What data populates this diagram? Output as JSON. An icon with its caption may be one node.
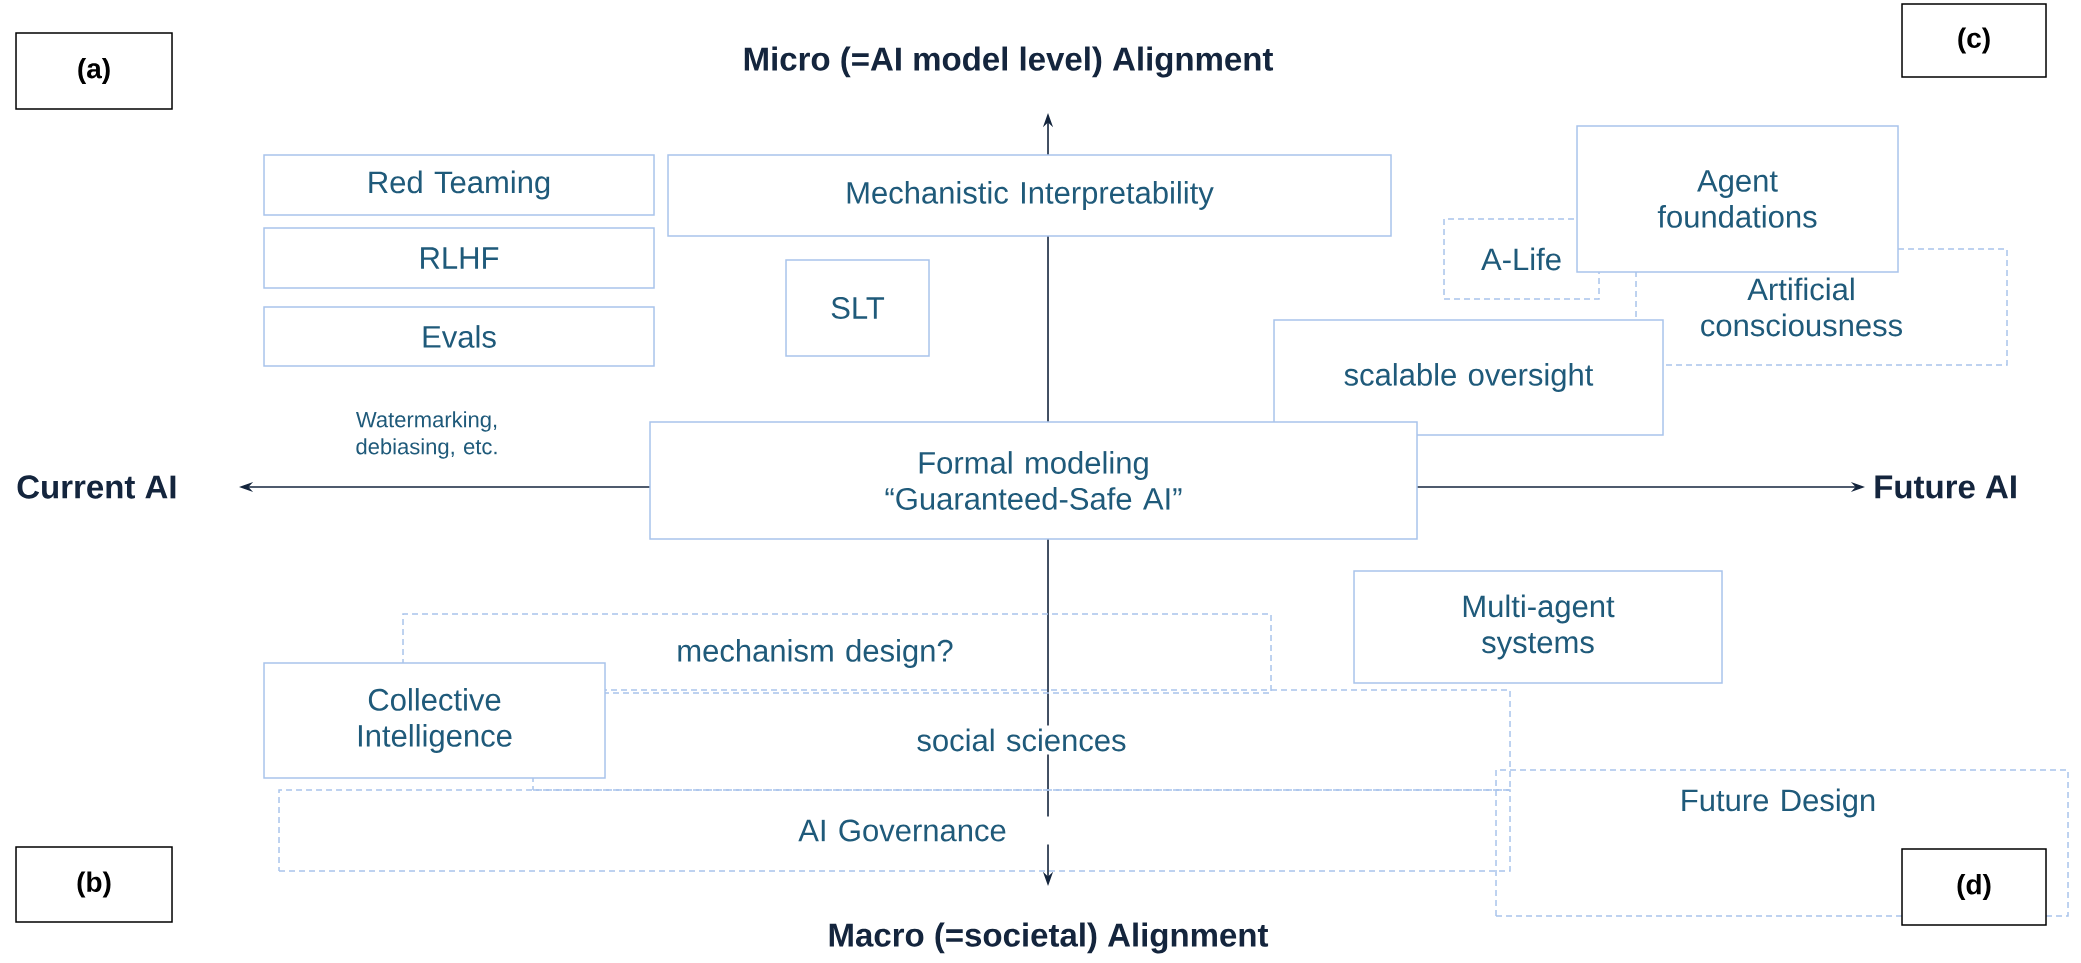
{
  "diagram": {
    "nodes": [
      {
        "text": [
          "(a)"
        ]
      },
      {
        "text": [
          "Red Teaming"
        ]
      },
      {
        "text": [
          "RLHF"
        ]
      },
      {
        "text": [
          "Evals"
        ]
      },
      {
        "text": [
          "Mechanistic Interpretability"
        ]
      },
      {
        "text": [
          "SLT"
        ]
      },
      {
        "text": [
          "Agent foundations"
        ]
      },
      {
        "text": [
          "A-Life"
        ]
      },
      {
        "text": [
          "Artificial consciousness"
        ]
      },
      {
        "text": [
          "scalable oversight"
        ]
      },
      {
        "text": [
          "(c)"
        ]
      },
      {
        "text": [
          "Formal modeling “Guaranteed-Safe AI”"
        ]
      },
      {
        "text": [
          "Multi-agent systems"
        ]
      },
      {
        "text": [
          "mechanism design?"
        ]
      },
      {
        "text": [
          "Collective Intelligence"
        ]
      },
      {
        "text": [
          "social sciences"
        ]
      },
      {
        "text": [
          "AI Governance"
        ]
      },
      {
        "text": [
          "(b)"
        ]
      },
      {
        "text": [
          "Future Design"
        ]
      },
      {
        "text": [
          "(d)"
        ]
      }
    ],
    "labels": [
      "Micro (=AI model level) Alignment",
      "Current AI",
      "Watermarking, debiasing, etc.",
      "Future AI",
      "Macro (=societal) Alignment"
    ]
  }
}
